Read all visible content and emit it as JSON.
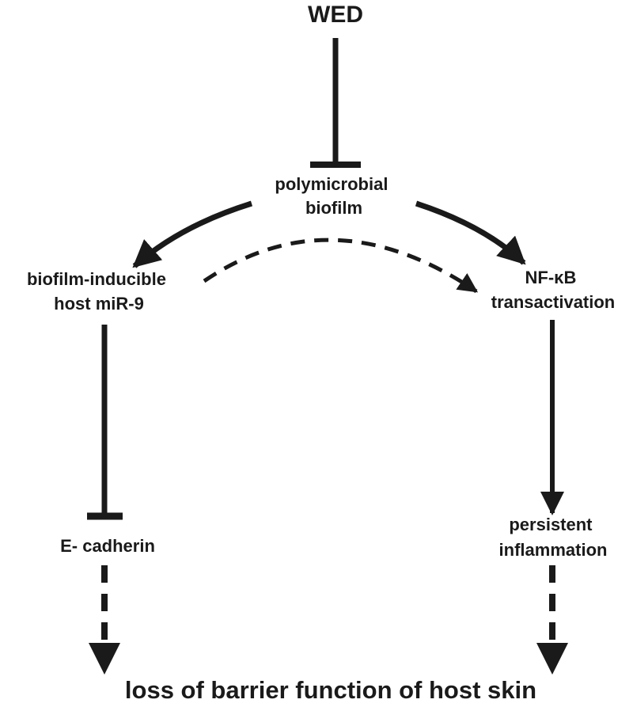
{
  "nodes": {
    "wed": {
      "lines": [
        "WED"
      ]
    },
    "biofilm": {
      "lines": [
        "polymicrobial",
        "biofilm"
      ]
    },
    "mir9": {
      "lines": [
        "biofilm-inducible",
        "host miR-9"
      ]
    },
    "nfkb": {
      "lines": [
        "NF-κB",
        "transactivation"
      ]
    },
    "ecadherin": {
      "lines": [
        "E- cadherin"
      ]
    },
    "inflammation": {
      "lines": [
        "persistent",
        "inflammation"
      ]
    },
    "outcome": {
      "lines": [
        "loss of barrier function of host skin"
      ]
    }
  },
  "edges": [
    {
      "from": "wed",
      "to": "biofilm",
      "type": "inhibits",
      "style": "solid"
    },
    {
      "from": "biofilm",
      "to": "mir9",
      "type": "activates",
      "style": "solid"
    },
    {
      "from": "biofilm",
      "to": "nfkb",
      "type": "activates",
      "style": "solid"
    },
    {
      "from": "mir9",
      "to": "nfkb",
      "type": "activates",
      "style": "dashed"
    },
    {
      "from": "mir9",
      "to": "ecadherin",
      "type": "inhibits",
      "style": "solid"
    },
    {
      "from": "nfkb",
      "to": "inflammation",
      "type": "activates",
      "style": "solid"
    },
    {
      "from": "ecadherin",
      "to": "outcome",
      "type": "activates",
      "style": "dashed"
    },
    {
      "from": "inflammation",
      "to": "outcome",
      "type": "activates",
      "style": "dashed"
    }
  ],
  "colors": {
    "ink": "#1a1a1a",
    "background": "#ffffff"
  }
}
